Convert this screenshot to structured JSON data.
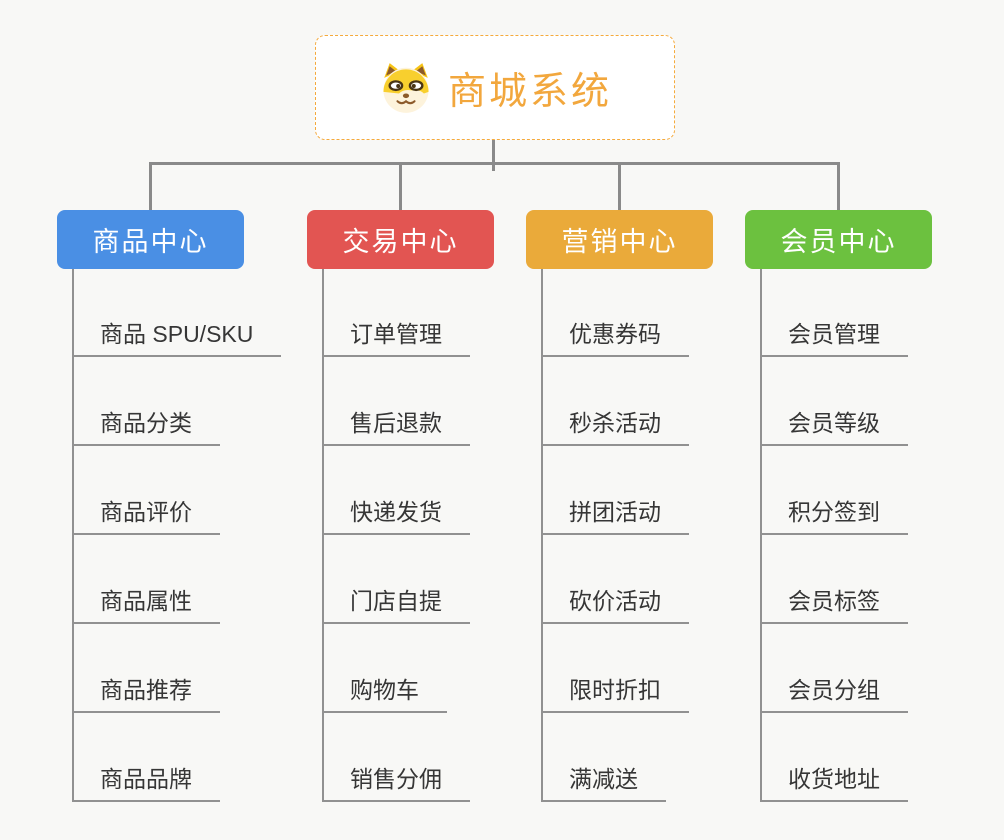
{
  "root": {
    "title": "商城系统",
    "icon": "shiba-dog-icon",
    "accent_color": "#F2A73D",
    "border_color": "#F5AA3C"
  },
  "colors": {
    "background": "#F8F8F6",
    "connector": "#8A8A8A",
    "leaf_text": "#363636"
  },
  "branches": [
    {
      "label": "商品中心",
      "color": "#4A8FE4",
      "children": [
        "商品 SPU/SKU",
        "商品分类",
        "商品评价",
        "商品属性",
        "商品推荐",
        "商品品牌"
      ]
    },
    {
      "label": "交易中心",
      "color": "#E25552",
      "children": [
        "订单管理",
        "售后退款",
        "快递发货",
        "门店自提",
        "购物车",
        "销售分佣"
      ]
    },
    {
      "label": "营销中心",
      "color": "#EAAA3A",
      "children": [
        "优惠券码",
        "秒杀活动",
        "拼团活动",
        "砍价活动",
        "限时折扣",
        "满减送"
      ]
    },
    {
      "label": "会员中心",
      "color": "#6CC13F",
      "children": [
        "会员管理",
        "会员等级",
        "积分签到",
        "会员标签",
        "会员分组",
        "收货地址"
      ]
    }
  ]
}
